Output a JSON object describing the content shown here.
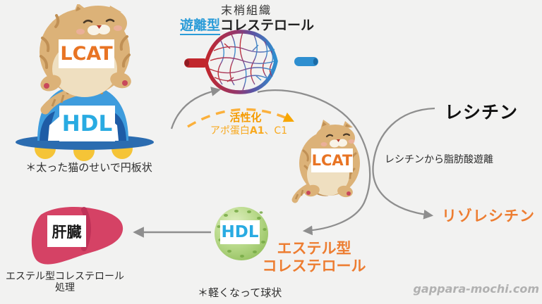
{
  "colors": {
    "background": "#f2f2f1",
    "accent_orange": "#ed7d31",
    "activation_gold": "#f59b00",
    "hdl_blue": "#29abe2",
    "free_cholesterol_blue": "#2b9cd8",
    "arrow_gray": "#8e8e8e",
    "vessel_red": "#c1272d",
    "vessel_blue": "#2e8fd0",
    "liver_red": "#d54265",
    "sphere_green": "#8cbb55",
    "disc_blue": "#3e9cdd",
    "cat_tan": "#dcb278"
  },
  "peripheral_tissue": {
    "title": "末梢組織",
    "cholesterol_type": "遊離型",
    "cholesterol_rest": "コレステロール"
  },
  "hdl_disc": {
    "enzyme": "LCAT",
    "particle": "HDL",
    "note": "＊太った猫のせいで円板状"
  },
  "activation": {
    "title": "活性化",
    "apo_prefix": "アポ蛋白",
    "apo_bold": "A1",
    "apo_suffix": "、C1"
  },
  "lcat_cat": {
    "enzyme": "LCAT"
  },
  "lecithin": {
    "name": "レシチン",
    "reaction": "レシチンから脂肪酸遊離",
    "product": "リゾレシチン"
  },
  "ester": {
    "particle": "HDL",
    "line1": "エステル型",
    "line2": "コレステロール",
    "note": "＊軽くなって球状"
  },
  "liver": {
    "name": "肝臓",
    "caption1": "エステル型コレステロール",
    "caption2": "処理"
  },
  "watermark": "gappara-mochi.com"
}
